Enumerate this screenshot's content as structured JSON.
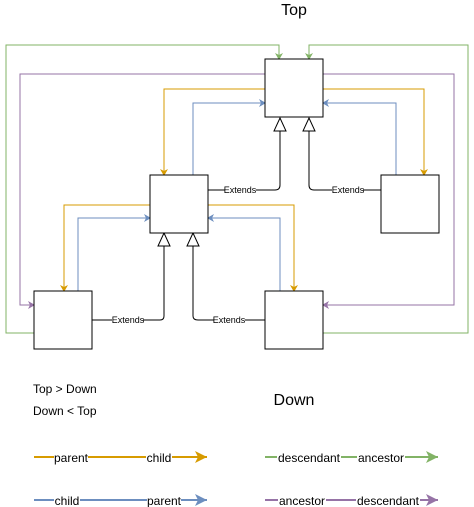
{
  "title_top": "Top",
  "title_down": "Down",
  "notes": [
    "Top > Down",
    "Down < Top"
  ],
  "extends_label": "Extends",
  "colors": {
    "parent_child": "#d79b00",
    "child_parent": "#6c8ebf",
    "descendant_ancestor": "#82b366",
    "ancestor_descendant": "#9673a6",
    "stroke": "#000000",
    "background": "#ffffff"
  },
  "legend": [
    {
      "from": "parent",
      "to": "child",
      "color_key": "parent_child"
    },
    {
      "from": "descendant",
      "to": "ancestor",
      "color_key": "descendant_ancestor"
    },
    {
      "from": "child",
      "to": "parent",
      "color_key": "child_parent"
    },
    {
      "from": "ancestor",
      "to": "descendant",
      "color_key": "ancestor_descendant"
    }
  ],
  "nodes": [
    "top",
    "middle",
    "right",
    "bottom-left",
    "bottom-right"
  ]
}
